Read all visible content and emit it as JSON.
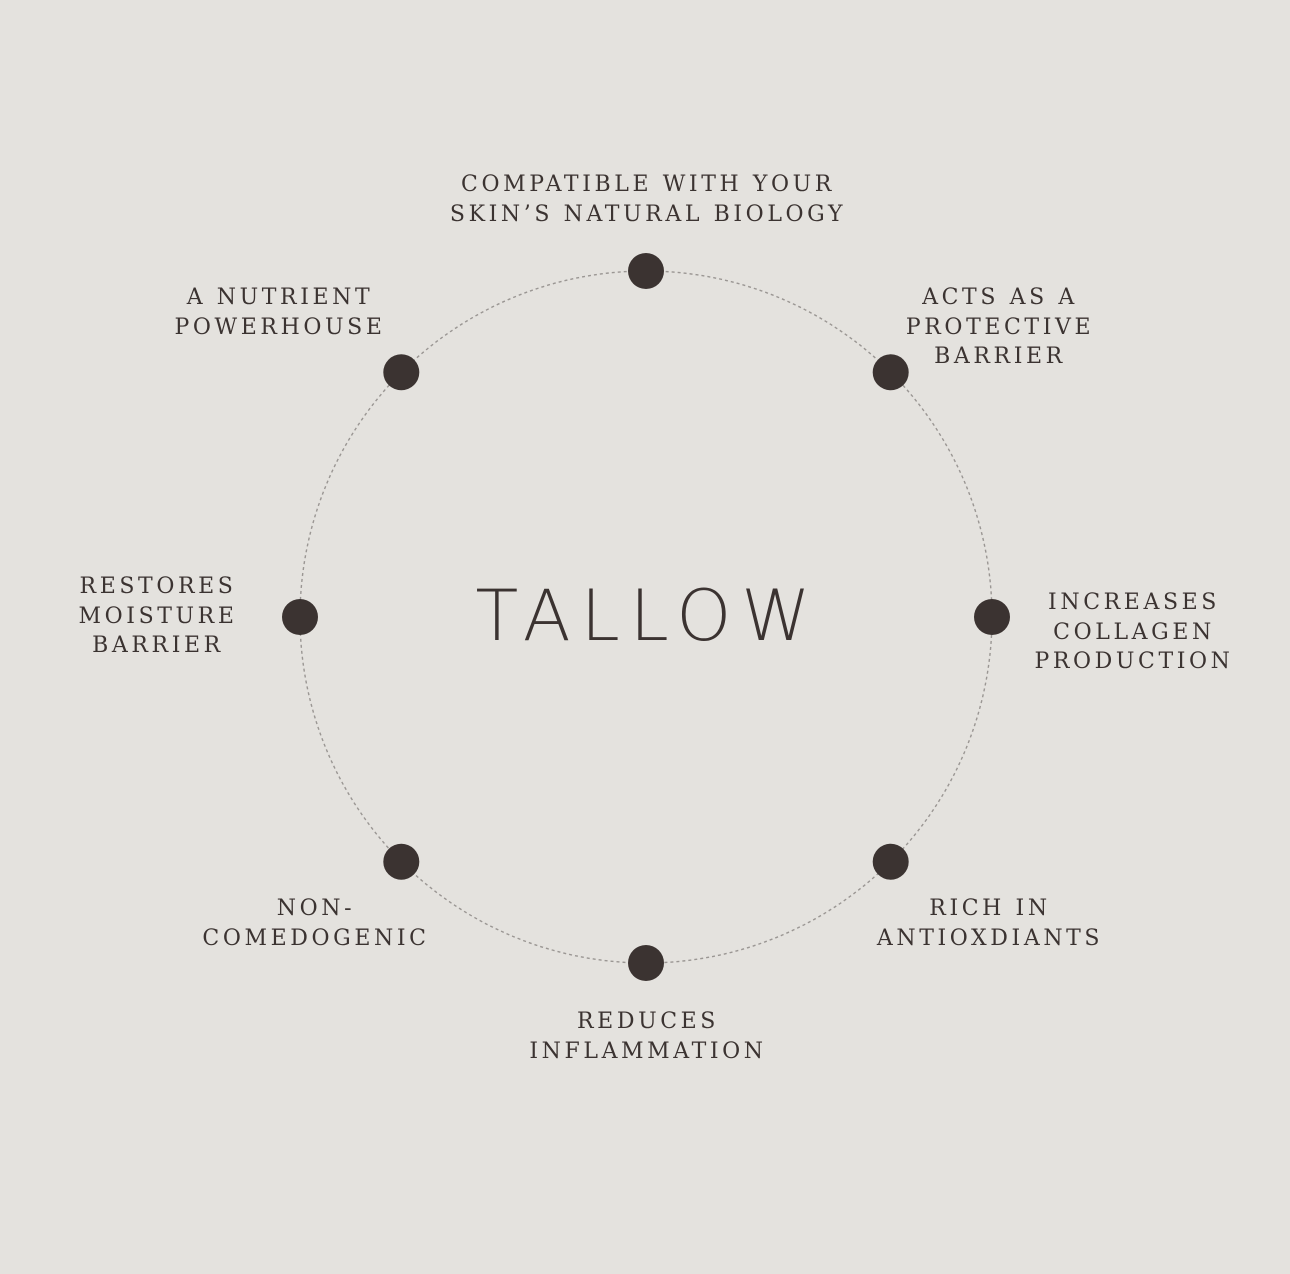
{
  "title": "TALLOW",
  "colors": {
    "background": "#e4e2de",
    "dot": "#3b3331",
    "text": "#3b3331",
    "ring": "#9a9693"
  },
  "benefits": [
    {
      "lines": [
        "COMPATIBLE WITH YOUR",
        "SKIN’S NATURAL BIOLOGY"
      ]
    },
    {
      "lines": [
        "ACTS AS A",
        "PROTECTIVE",
        "BARRIER"
      ]
    },
    {
      "lines": [
        "INCREASES",
        "COLLAGEN",
        "PRODUCTION"
      ]
    },
    {
      "lines": [
        "RICH IN",
        "ANTIOXDIANTS"
      ]
    },
    {
      "lines": [
        "REDUCES",
        "INFLAMMATION"
      ]
    },
    {
      "lines": [
        "NON-",
        "COMEDOGENIC"
      ]
    },
    {
      "lines": [
        "RESTORES",
        "MOISTURE",
        "BARRIER"
      ]
    },
    {
      "lines": [
        "A NUTRIENT",
        "POWERHOUSE"
      ]
    }
  ]
}
